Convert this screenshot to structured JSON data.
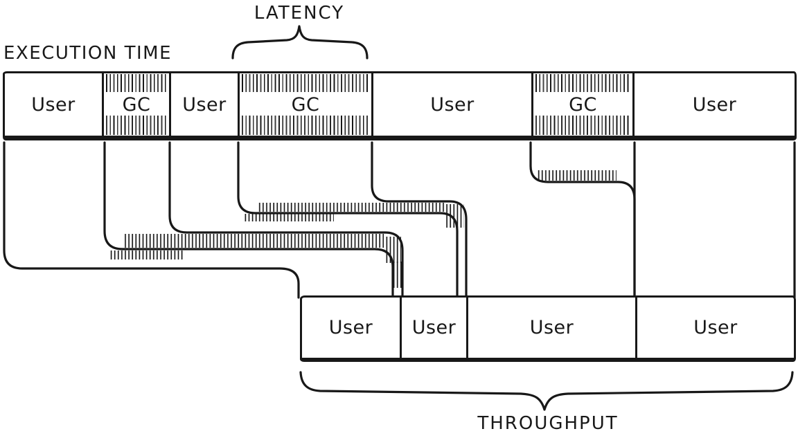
{
  "labels": {
    "execution_time": "EXECUTION TIME",
    "latency": "LATENCY",
    "throughput": "THROUGHPUT"
  },
  "execution_bar": {
    "segments": [
      {
        "label": "User",
        "type": "user"
      },
      {
        "label": "GC",
        "type": "gc"
      },
      {
        "label": "User",
        "type": "user"
      },
      {
        "label": "GC",
        "type": "gc"
      },
      {
        "label": "User",
        "type": "user"
      },
      {
        "label": "GC",
        "type": "gc"
      },
      {
        "label": "User",
        "type": "user"
      }
    ]
  },
  "throughput_bar": {
    "segments": [
      {
        "label": "User"
      },
      {
        "label": "User"
      },
      {
        "label": "User"
      },
      {
        "label": "User"
      }
    ]
  },
  "colors": {
    "ink": "#181818",
    "background": "#ffffff"
  }
}
